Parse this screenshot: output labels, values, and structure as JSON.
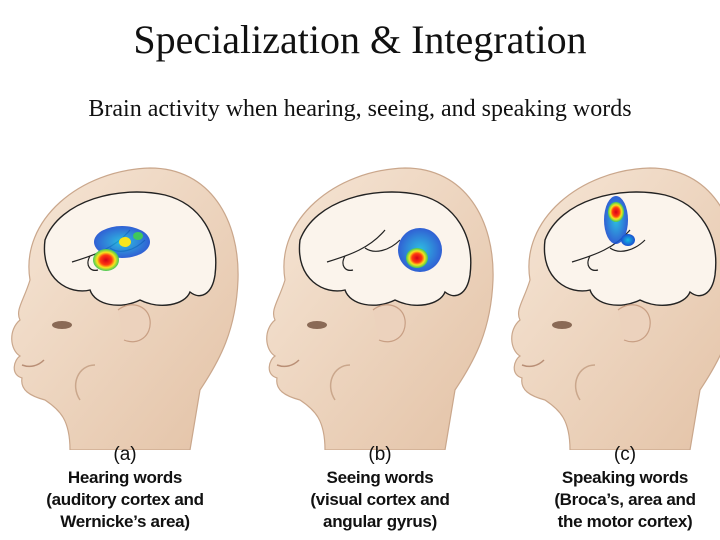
{
  "title": "Specialization & Integration",
  "subtitle": "Brain activity when hearing, seeing, and speaking words",
  "panels": [
    {
      "letter": "(a)",
      "line1": "Hearing words",
      "line2": "(auditory cortex and",
      "line3": "Wernicke’s area)"
    },
    {
      "letter": "(b)",
      "line1": "Seeing words",
      "line2": "(visual cortex and",
      "line3": "angular gyrus)"
    },
    {
      "letter": "(c)",
      "line1": "Speaking words",
      "line2": "(Broca’s, area and",
      "line3": "the motor cortex)"
    }
  ],
  "colors": {
    "skin": "#f1dcc8",
    "skin_shade": "#d9b79a",
    "outline": "#222222",
    "hot": "#e2231a",
    "warm": "#f4e21e",
    "cool": "#1e6fd9"
  }
}
